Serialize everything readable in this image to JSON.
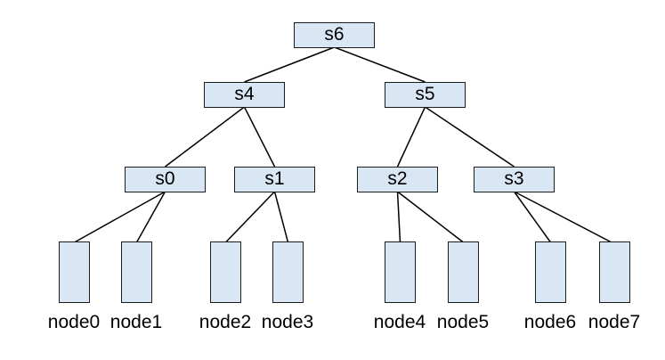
{
  "tree": {
    "internal_nodes": [
      {
        "id": "s6",
        "label": "s6"
      },
      {
        "id": "s4",
        "label": "s4"
      },
      {
        "id": "s5",
        "label": "s5"
      },
      {
        "id": "s0",
        "label": "s0"
      },
      {
        "id": "s1",
        "label": "s1"
      },
      {
        "id": "s2",
        "label": "s2"
      },
      {
        "id": "s3",
        "label": "s3"
      }
    ],
    "leaves": [
      {
        "id": "node0",
        "label": "node0"
      },
      {
        "id": "node1",
        "label": "node1"
      },
      {
        "id": "node2",
        "label": "node2"
      },
      {
        "id": "node3",
        "label": "node3"
      },
      {
        "id": "node4",
        "label": "node4"
      },
      {
        "id": "node5",
        "label": "node5"
      },
      {
        "id": "node6",
        "label": "node6"
      },
      {
        "id": "node7",
        "label": "node7"
      }
    ],
    "edges": [
      [
        "s6",
        "s4"
      ],
      [
        "s6",
        "s5"
      ],
      [
        "s4",
        "s0"
      ],
      [
        "s4",
        "s1"
      ],
      [
        "s5",
        "s2"
      ],
      [
        "s5",
        "s3"
      ],
      [
        "s0",
        "node0"
      ],
      [
        "s0",
        "node1"
      ],
      [
        "s1",
        "node2"
      ],
      [
        "s1",
        "node3"
      ],
      [
        "s2",
        "node4"
      ],
      [
        "s2",
        "node5"
      ],
      [
        "s3",
        "node6"
      ],
      [
        "s3",
        "node7"
      ]
    ],
    "colors": {
      "node_fill": "#d9e6f3",
      "node_border": "#1c1c1c",
      "edge": "#000000",
      "text": "#000000",
      "background": "#ffffff"
    }
  }
}
